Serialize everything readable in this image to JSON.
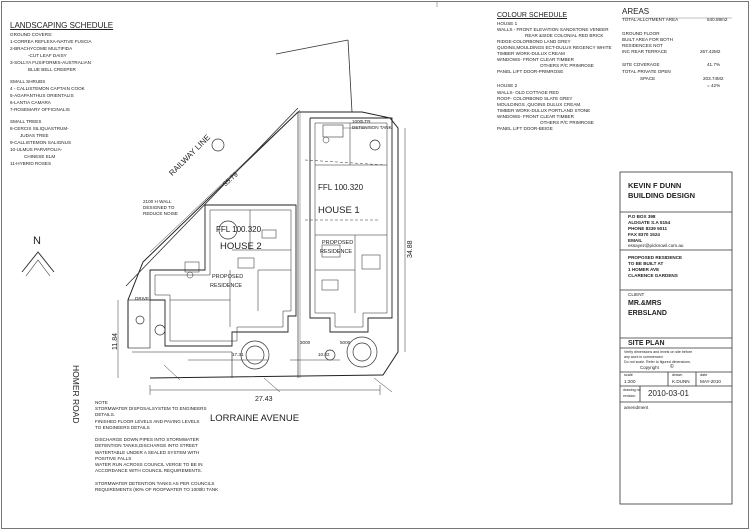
{
  "landscaping": {
    "title": "LANDSCAPING SCHEDULE",
    "ground_covers_label": "GROUND COVERS:",
    "ground_covers": [
      "1-CORREA REFLEXA-NATIVE FUSCIA",
      "2-BRACHYCOME MULTIFIDA",
      "-CUT LEAF DAISY",
      "3-SOLLYA FUSIFORMIS-AUSTRALIAN",
      "BLUE BELL CREEPER"
    ],
    "small_shrubs_label": "SMALL SHRUBS",
    "small_shrubs": [
      "4 - CALLISTEMON CAPTAIN COOK",
      "5-AGAPANTHUS ORIENTALIS",
      "6-LANTIA CAMARA",
      "7-ROSEMARY OFFICINALIS"
    ],
    "small_trees_label": "SMALL TREES",
    "small_trees": [
      "8-CERCIS SILIQUASTRUM-",
      "JUDAS TREE",
      "9-CALLISTEMON SALIGNUS",
      "10-ULMUS PARVIFOLIA-",
      "CHINESE ELM",
      "11-HYBRID ROSES"
    ]
  },
  "colour": {
    "title": "COLOUR SCHEDULE",
    "house1": [
      "HOUSE 1",
      "WALLS - FRONT ELEVATION SANDSTONE VENEER",
      "REAR &SIDE COLONIAL RED BRICK",
      "RIDGE-COLORBOND LAND GREY",
      "QUOINS,MOULDINGS ECT-DULUX REGENCY WHITE",
      "TIMBER WORK-DULUX CREAM",
      "WINDOWS- FRONT CLEAR TIMBER",
      "OTHERS P/C PRIMROSE",
      "PANEL LIFT DOOR-PRIMROSE"
    ],
    "house2": [
      "HOUSE 2",
      "WALLS- OLD COTTAGE RED",
      "ROOF- COLORBOND SLATE GREY",
      "MOULDINGS ,QUOINS DULUX CREAM.",
      "TIMBER WORK-DULUX PORTLAND STONE",
      "WINDOWS- FRONT CLEAR TIMBER",
      "OTHERS P/C PRIMROSE",
      "PANEL LIFT DOOR-BEIGE"
    ]
  },
  "areas": {
    "title": "AREAS",
    "allotment_label": "TOTAL ALLOTMENT AREA",
    "allotment_value": "640.89m2",
    "ground_floor": [
      "GROUND FLOOR",
      "BUILT AREA FOR BOTH",
      "RESIDENCES NOT",
      "INC REAR TERRACE"
    ],
    "ground_floor_value": "267.42M2",
    "site_coverage_label": "SITE COVERAGE",
    "site_coverage_value": "41.7%",
    "open_space": [
      "TOTAL PRIVATE OPEN",
      "SPACE"
    ],
    "open_space_value": "203.74M2",
    "open_space_pct": "= 42%"
  },
  "notes": [
    "NOTE",
    "STORMWATER DISPOSALSYSTEM TO ENGINEERS",
    "DETAILS.",
    "FINISHED FLOOR LEVELS AND PAVING LEVELS",
    "TO ENGINEERS DETAILS",
    "",
    "DISCHARGE DOWN PIPES INTO STORMWATER",
    "DETENTION TANKS,DISCHARGE INTO STREET",
    "WATERTABLE UNDER A SEALED SYSTEM WITH",
    "POSITIVE FALLS",
    "WATER RUN ACROSS COUNCIL VERGE TO BE IN",
    "ACCORDANCE WITH COUNCIL REQUIREMENTS.",
    "",
    "STORMWATER DETENTION TANKS AS PER COUNCILS",
    "REQUIREMENTS (60% OF ROOFWATER TO 1000ltr TANK"
  ],
  "plan": {
    "railway_line": "RAILWAY LINE",
    "homer_road": "HOMER ROAD",
    "lorraine_avenue": "LORRAINE AVENUE",
    "north": "N",
    "house1": "HOUSE 1",
    "house2": "HOUSE 2",
    "ffl1": "FFL 100.320",
    "ffl2": "FFL 100.320",
    "proposed_residence": [
      "PROPOSED",
      "RESIDENCE"
    ],
    "detention_tank": [
      "1000LTR",
      "DETENTION TANK"
    ],
    "wall_note": [
      "2100 H WALL",
      "DESIGNED TO",
      "REDUCE NOISE"
    ],
    "dims": {
      "d3579": "35.79",
      "d3488": "34.88",
      "d1184": "11.84",
      "d2743": "27.43",
      "d1731": "17.31",
      "d1032": "10.32",
      "d3000": "3000",
      "d5000": "5000"
    },
    "drive": "DRIVE"
  },
  "title_block": {
    "firm": [
      "KEVIN F DUNN",
      "BUILDING DESIGN"
    ],
    "address": [
      "P.O BOX 398",
      "ALDGATE  S.A 5154",
      "PHONE 8339 5011",
      "FAX  8370 1524",
      "EMAIL",
      "essayez@picknowl.com.au"
    ],
    "project": [
      "PROPOSED RESIDENCE",
      "TO BE BUILT AT",
      "1 HOMER AVE",
      "CLARENCE GARDENS"
    ],
    "client_label": "CLIENT",
    "client": [
      "MR.&MRS",
      "ERBSLAND"
    ],
    "sheet": "SITE PLAN",
    "verify": [
      "Verify dimensions and levels on site before",
      "any work is commenced.",
      "Do not scale. Refer to figured dimensions."
    ],
    "copyright": "Copyright",
    "scale_label": "scale",
    "scale_value": "1:200",
    "drawn_label": "drawn",
    "drawn_value": "K.DUNN",
    "date_label": "date",
    "date_value": "MAY-2010",
    "drawing_no_label": "drawing no",
    "revision_label": "revision",
    "drawing_no": "2010-03-01",
    "amendment": "amendment"
  }
}
